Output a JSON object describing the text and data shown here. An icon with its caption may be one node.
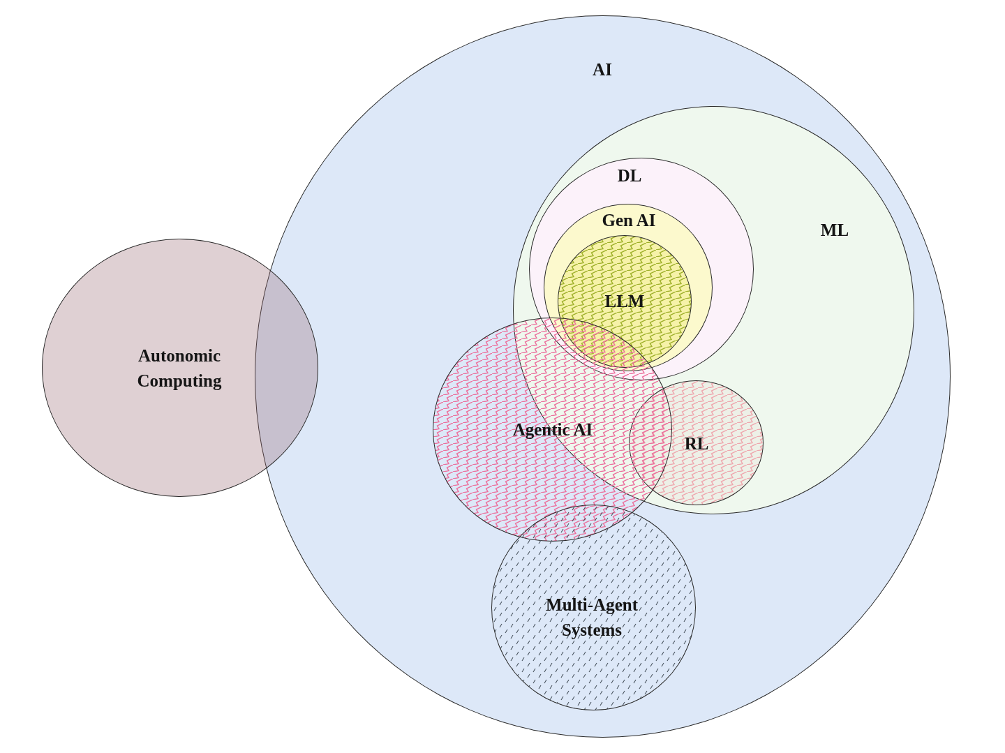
{
  "diagram": {
    "nodes": [
      {
        "text": [
          "AI"
        ]
      },
      {
        "text": [
          "ML"
        ],
        "in": 0
      },
      {
        "text": [
          "DL"
        ],
        "in": 1
      },
      {
        "text": [
          "Gen AI"
        ],
        "in": 2
      },
      {
        "text": [
          "LLM"
        ],
        "in": 3
      },
      {
        "text": [
          "Autonomic Computing"
        ]
      },
      {
        "text": [
          "Agentic AI"
        ],
        "in": 0
      },
      {
        "text": [
          "RL"
        ],
        "in": 1
      },
      {
        "text": [
          "Multi-Agent Systems"
        ],
        "in": 0
      }
    ]
  }
}
